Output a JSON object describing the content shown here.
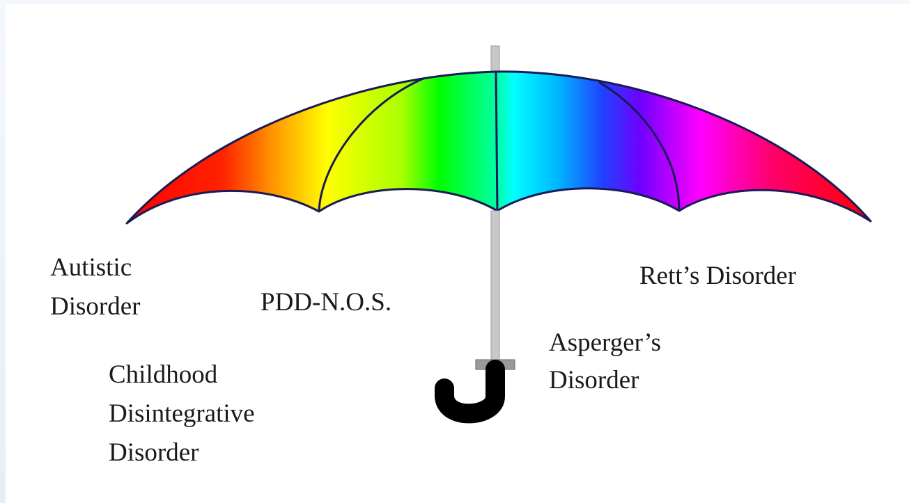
{
  "labels": {
    "autistic_line1": "Autistic",
    "autistic_line2": "Disorder",
    "pddnos": "PDD-N.O.S.",
    "rett": "Rett’s Disorder",
    "asperger_line1": "Asperger’s",
    "asperger_line2": "Disorder",
    "cdd_line1": "Childhood",
    "cdd_line2": "Disintegrative",
    "cdd_line3": "Disorder"
  },
  "colors": {
    "canopy_outline": "#1a1a55",
    "shaft": "#c8c8c8",
    "handle": "#000000",
    "spectrum": [
      "#ff0000",
      "#ff8000",
      "#ffff00",
      "#00ff00",
      "#00ffff",
      "#0000ff",
      "#ff00ff",
      "#ff0000"
    ]
  }
}
